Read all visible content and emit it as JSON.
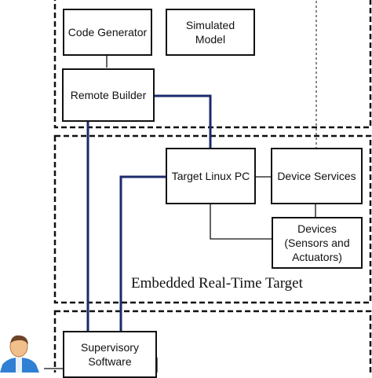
{
  "blocks": {
    "code_generator": "Code Generator",
    "simulated_model": "Simulated\nModel",
    "remote_builder": "Remote Builder",
    "target_linux_pc": "Target Linux PC",
    "device_services": "Device Services",
    "devices": "Devices\n(Sensors and\nActuators)",
    "supervisory_software": "Supervisory\nSoftware"
  },
  "regions": {
    "embedded_target": "Embedded Real-Time Target"
  },
  "icons": {
    "user": "user-icon"
  },
  "colors": {
    "link_line": "#1c2a6b",
    "border": "#111111"
  }
}
